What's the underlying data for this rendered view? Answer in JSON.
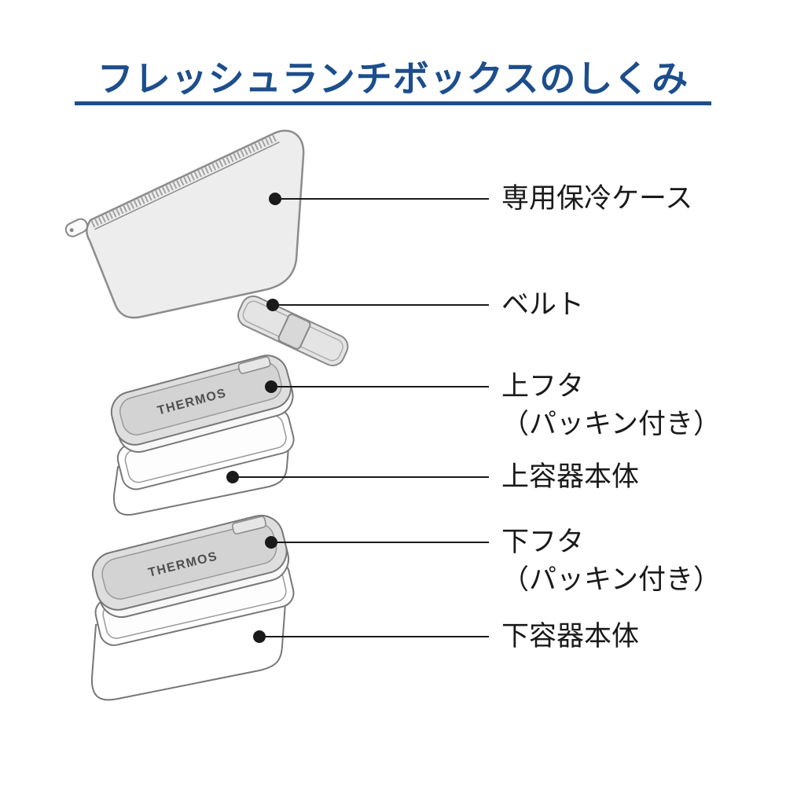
{
  "accent_color": "#1d4e8c",
  "title": "フレッシュランチボックスのしくみ",
  "brand": "THERMOS",
  "callouts": [
    {
      "label": "専用保冷ケース"
    },
    {
      "label": "ベルト"
    },
    {
      "label": "上フタ",
      "label2": "（パッキン付き）"
    },
    {
      "label": "上容器本体"
    },
    {
      "label": "下フタ",
      "label2": "（パッキン付き）"
    },
    {
      "label": "下容器本体"
    }
  ]
}
